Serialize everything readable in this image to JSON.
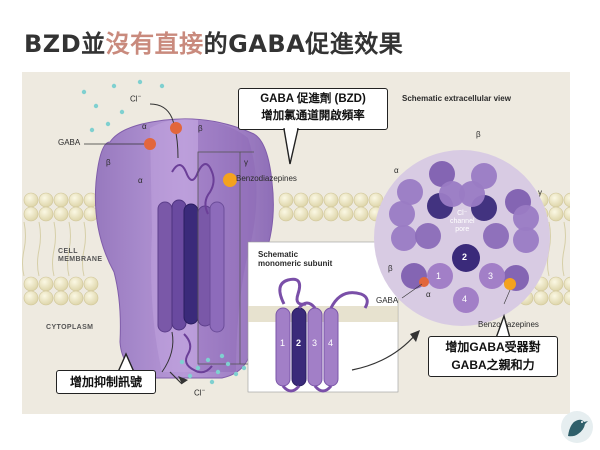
{
  "slide": {
    "title_prefix": "BZD並",
    "title_highlight": "沒有直接",
    "title_suffix": "的GABA促進效果"
  },
  "diagram": {
    "ion_top": "Cl",
    "ion_top_sup": "−",
    "ion_bottom": "Cl",
    "ion_bottom_sup": "−",
    "gaba_left": "GABA",
    "bzd_left": "Benzodiazepines",
    "cell_membrane": "CELL\nMEMBRANE",
    "cytoplasm": "CYTOPLASM",
    "subunits_left": {
      "alpha_top": "α",
      "beta_top": "β",
      "beta_left": "β",
      "alpha_left": "α",
      "gamma": "γ"
    },
    "monomeric_title": "Schematic\nmonomeric subunit",
    "helices": [
      "1",
      "2",
      "3",
      "4"
    ],
    "extracellular_title": "Schematic extracellular view",
    "channel_pore": "Cl⁻\nchannel\npore",
    "ring": {
      "beta_top": "β",
      "alpha_left": "α",
      "gamma_right": "γ",
      "beta_left": "β",
      "alpha_bottom": "α"
    },
    "ring_numbers": [
      "1",
      "2",
      "3",
      "4"
    ],
    "gaba_right": "GABA",
    "bzd_right": "Benzodiazepines"
  },
  "callouts": {
    "top_line1": "GABA 促進劑 (BZD)",
    "top_line2": "增加氯通道開啟頻率",
    "bottom_left": "增加抑制訊號",
    "bottom_right_line1": "增加GABA受器對",
    "bottom_right_line2": "GABA之親和力"
  },
  "colors": {
    "receptor": "#a27fc7",
    "receptor_dark": "#7b56a8",
    "helix_dark": "#3a2a7a",
    "gaba": "#e2663c",
    "bzd": "#f4a21e",
    "title_highlight": "#c98a7d",
    "background": "#eeeae0"
  }
}
